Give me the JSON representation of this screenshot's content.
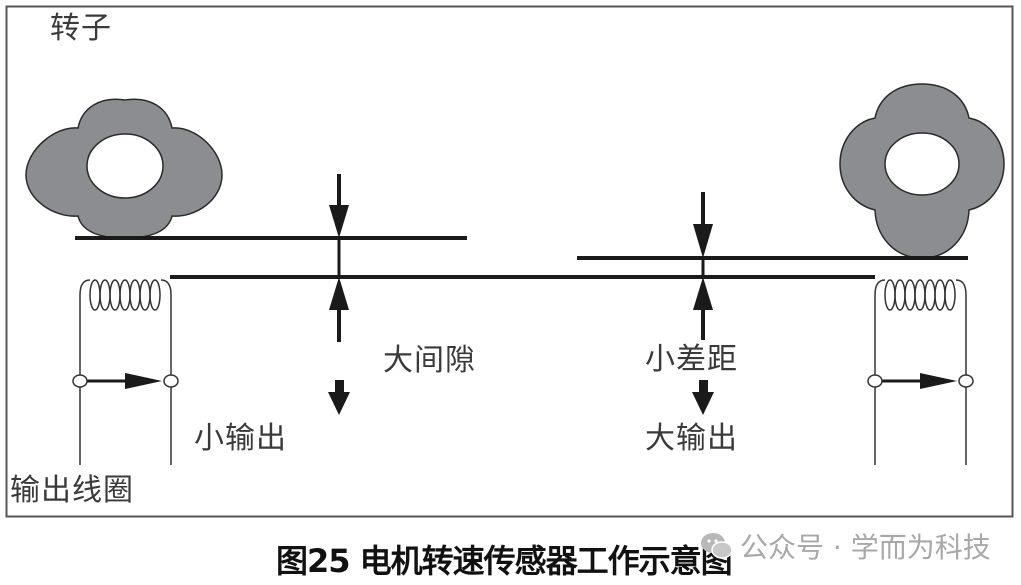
{
  "diagram": {
    "labels": {
      "rotor": "转子",
      "output_coil": "输出线圈",
      "large_gap": "大间隙",
      "small_output": "小输出",
      "small_gap": "小差距",
      "large_output": "大输出"
    },
    "colors": {
      "rotor_fill": "#8c8d90",
      "line": "#1a1a1a",
      "frame": "#555555",
      "label_text": "#3a3a3a"
    },
    "left_state": {
      "gap": "large",
      "output": "small"
    },
    "right_state": {
      "gap": "small",
      "output": "large"
    }
  },
  "caption": {
    "text": "图25 电机转速传感器工作示意图"
  },
  "watermark": {
    "icon": "wechat-icon",
    "text": "公众号 · 学而为科技"
  }
}
